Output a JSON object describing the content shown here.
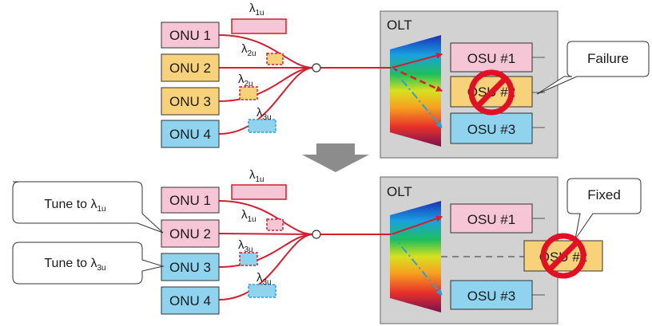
{
  "top": {
    "olt_label": "OLT",
    "onus": [
      "ONU 1",
      "ONU 2",
      "ONU 3",
      "ONU 4"
    ],
    "wavelengths": [
      {
        "sym": "λ",
        "sub": "1u"
      },
      {
        "sym": "λ",
        "sub": "2u"
      },
      {
        "sym": "λ",
        "sub": "2u"
      },
      {
        "sym": "λ",
        "sub": "3u"
      }
    ],
    "osus": [
      "OSU #1",
      "OSU #2",
      "OSU #3"
    ],
    "callout": "Failure"
  },
  "bottom": {
    "olt_label": "OLT",
    "onus": [
      "ONU 1",
      "ONU 2",
      "ONU 3",
      "ONU 4"
    ],
    "wavelengths": [
      {
        "sym": "λ",
        "sub": "1u"
      },
      {
        "sym": "λ",
        "sub": "1u"
      },
      {
        "sym": "λ",
        "sub": "3u"
      },
      {
        "sym": "λ",
        "sub": "3u"
      }
    ],
    "osus": [
      "OSU #1",
      "OSU #2",
      "OSU #3"
    ],
    "callout": "Fixed",
    "tune_callouts": [
      {
        "prefix": "Tune to ",
        "sym": "λ",
        "sub": "1u"
      },
      {
        "prefix": "Tune to ",
        "sym": "λ",
        "sub": "3u"
      }
    ]
  },
  "colors": {
    "pink": "#f6c6d6",
    "orange": "#f8d27a",
    "blue": "#8fd3ef",
    "fiber": "#d11f2f",
    "olt_bg": "#d2d2d2",
    "arrow": "#8c8c8c"
  }
}
